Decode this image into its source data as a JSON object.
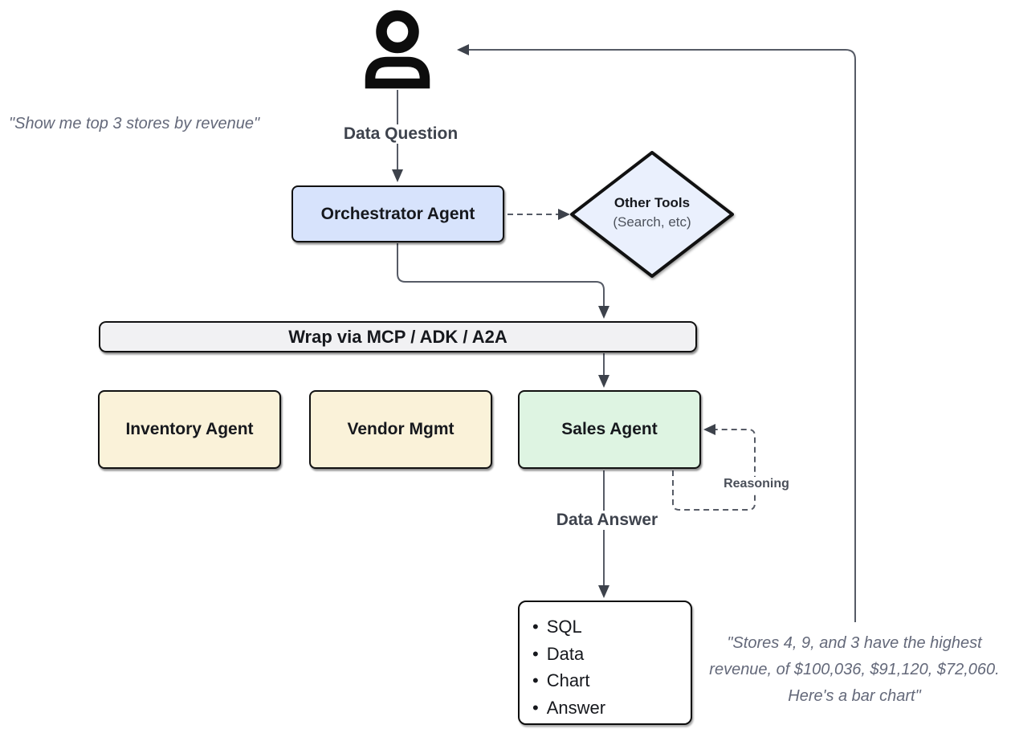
{
  "quotes": {
    "user_question": "\"Show me top 3 stores by revenue\"",
    "agent_answer_lines": [
      "\"Stores 4, 9, and 3 have the highest",
      "revenue, of $100,036, $91,120, $72,060.",
      "Here's a bar chart\""
    ]
  },
  "labels": {
    "data_question": "Data Question",
    "data_answer": "Data Answer",
    "reasoning": "Reasoning"
  },
  "nodes": {
    "orchestrator": {
      "label": "Orchestrator Agent"
    },
    "other_tools": {
      "title": "Other Tools",
      "subtitle": "(Search, etc)"
    },
    "wrap_layer": {
      "label": "Wrap via MCP / ADK / A2A"
    },
    "inventory": {
      "label": "Inventory Agent"
    },
    "vendor": {
      "label": "Vendor Mgmt"
    },
    "sales": {
      "label": "Sales Agent"
    }
  },
  "output_box": {
    "bullet": "•",
    "items": [
      "SQL",
      "Data",
      "Chart",
      "Answer"
    ]
  },
  "icons": {
    "user": "person-silhouette"
  },
  "colors": {
    "orchestrator_fill": "#d7e3fc",
    "other_tools_fill": "#eaf0fd",
    "wrap_layer_fill": "#f1f1f3",
    "support_agent_fill": "#faf2d9",
    "sales_agent_fill": "#def4e2",
    "node_border": "#111111",
    "connector": "#565b66",
    "arrowhead": "#3d424b",
    "label_text": "#3e434d",
    "quote_text": "#64697a"
  }
}
